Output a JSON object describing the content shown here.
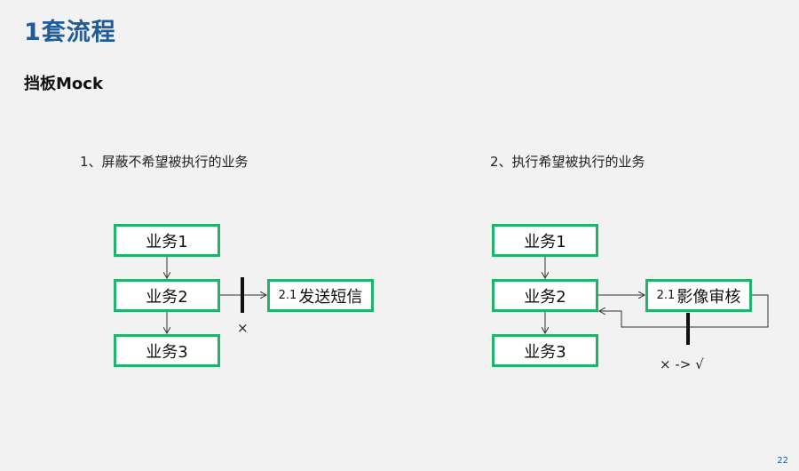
{
  "title": "1套流程",
  "subtitle": "挡板Mock",
  "left_diagram": {
    "caption": "1、屏蔽不希望被执行的业务",
    "boxes": [
      "业务1",
      "业务2",
      "业务3"
    ],
    "side_box_num": "2.1",
    "side_box_text": "发送短信",
    "mark": "×"
  },
  "right_diagram": {
    "caption": "2、执行希望被执行的业务",
    "boxes": [
      "业务1",
      "业务2",
      "业务3"
    ],
    "side_box_num": "2.1",
    "side_box_text": "影像审核",
    "mark": "× -> √"
  },
  "colors": {
    "title": "#1f5c99",
    "box_border": "#1fb36b",
    "background": "#f2f2f2"
  },
  "page_number": "22"
}
